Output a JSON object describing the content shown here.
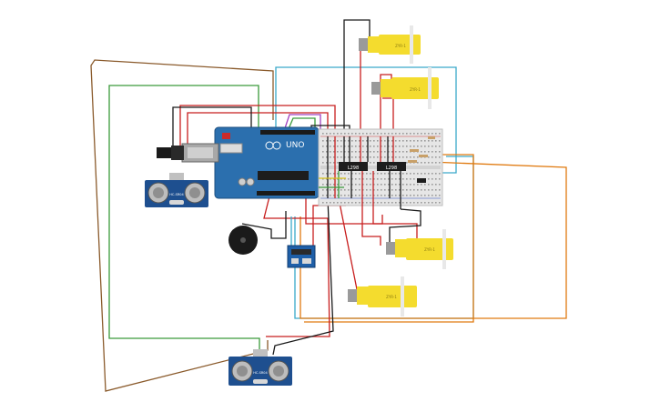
{
  "board": {
    "logo_text": "UNO"
  },
  "driver_chips": [
    {
      "label": "L298"
    },
    {
      "label": "L298"
    }
  ],
  "motor_label": "ZYR-1",
  "ultrasonic_label": "HC-SR04",
  "colors": {
    "board_blue": "#2b6fae",
    "breadboard": "#e6e6e6",
    "motor_yellow": "#f4dc2e",
    "sensor_blue": "#1e4f8f",
    "wire_red": "#c81e1e",
    "wire_black": "#1a1a1a",
    "wire_green": "#3a9a3a",
    "wire_brown": "#8a5a2b",
    "wire_orange": "#e07a10",
    "wire_cyan": "#3aa9c9",
    "wire_purple": "#a040c0",
    "wire_yellow": "#d8c21a"
  },
  "icons": [
    "usb-port-icon",
    "power-jack-icon",
    "buzzer-icon",
    "wifi-module-icon"
  ]
}
